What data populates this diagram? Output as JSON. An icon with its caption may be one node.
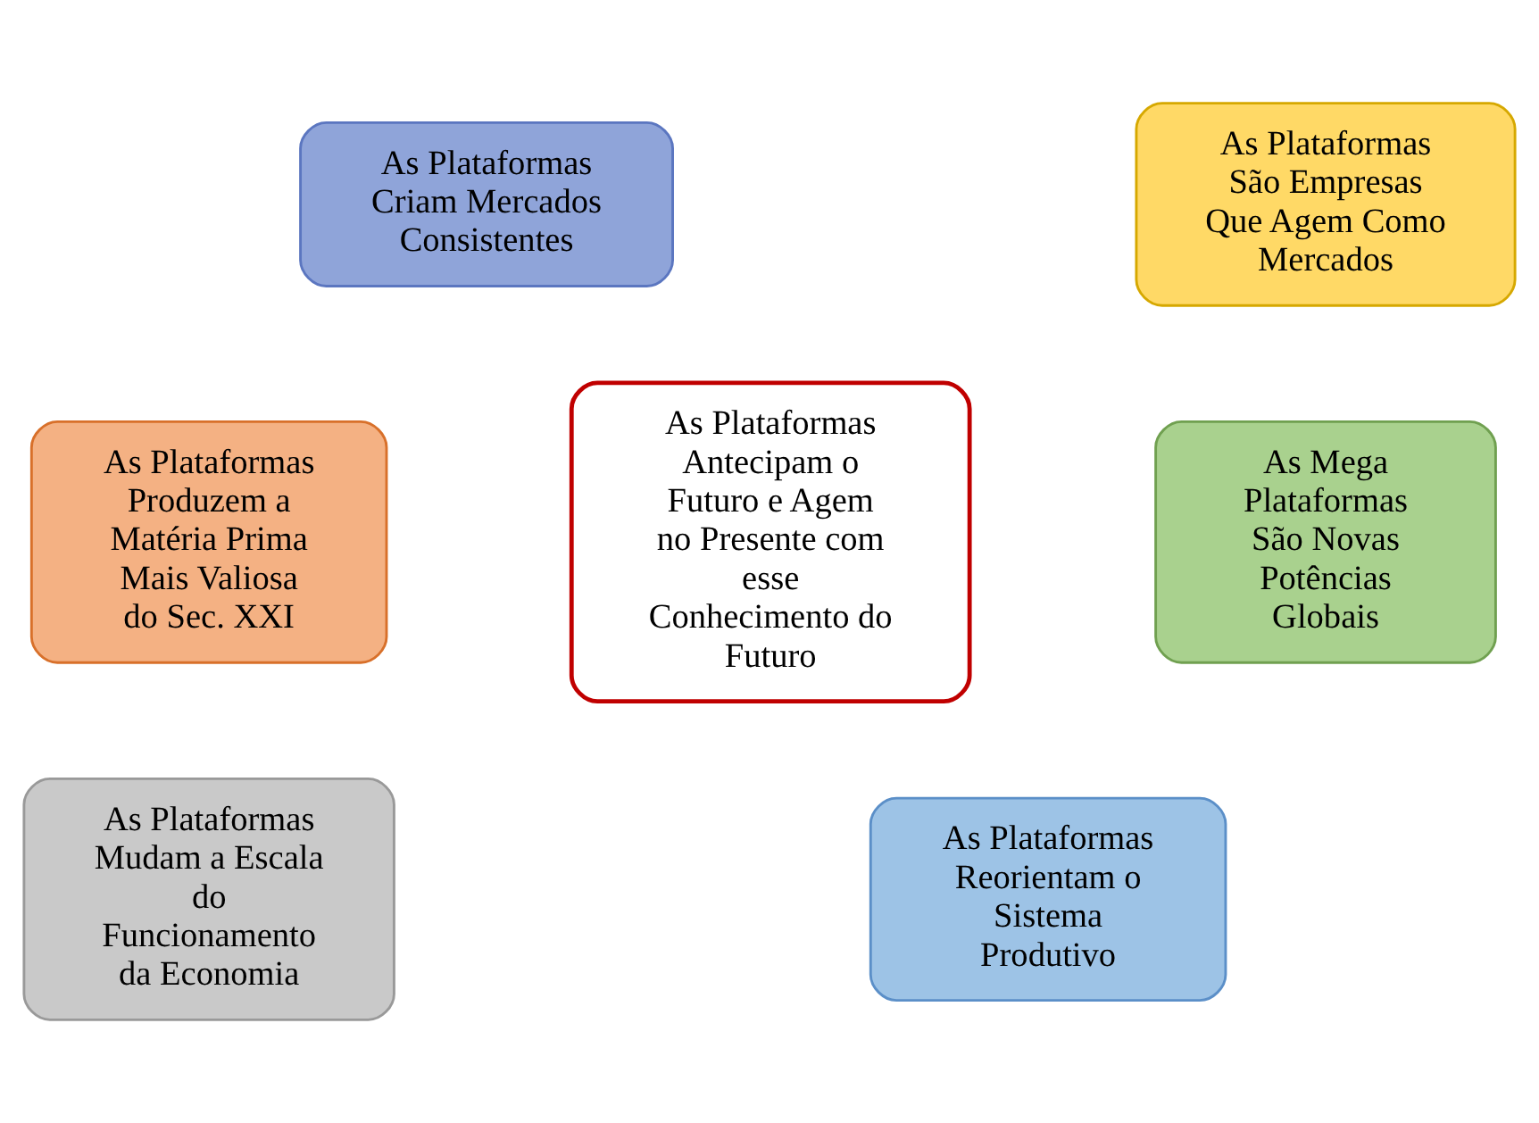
{
  "diagram": {
    "nodes": [
      {
        "text": [
          "As Plataformas Criam Mercados Consistentes"
        ]
      },
      {
        "text": [
          "As Plataformas São Empresas Que Agem Como Mercados"
        ]
      },
      {
        "text": [
          "As Plataformas Produzem a Matéria Prima Mais Valiosa do Sec. XXI"
        ]
      },
      {
        "text": [
          "As Plataformas Antecipam o Futuro e Agem no Presente com esse Conhecimento do Futuro"
        ]
      },
      {
        "text": [
          "As Mega Plataformas São Novas Potências Globais"
        ]
      },
      {
        "text": [
          "As Plataformas Mudam a Escala do Funcionamento da Economia"
        ]
      },
      {
        "text": [
          "As Plataformas Reorientam o Sistema Produtivo"
        ]
      }
    ]
  }
}
